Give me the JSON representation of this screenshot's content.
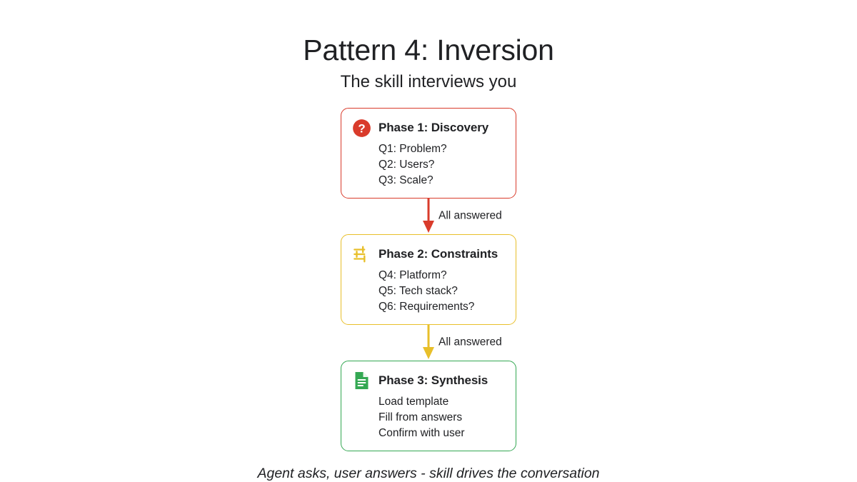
{
  "header": {
    "title": "Pattern 4: Inversion",
    "subtitle": "The skill interviews you"
  },
  "colors": {
    "red": "#d93b2b",
    "yellow": "#e8bf2a",
    "green": "#34a853",
    "text": "#202124",
    "background": "#ffffff"
  },
  "phases": [
    {
      "icon": "question-mark-circle-icon",
      "accent": "#d93b2b",
      "title": "Phase 1: Discovery",
      "lines": [
        "Q1: Problem?",
        "Q2: Users?",
        "Q3: Scale?"
      ]
    },
    {
      "icon": "tune-sliders-icon",
      "accent": "#e8bf2a",
      "title": "Phase 2: Constraints",
      "lines": [
        "Q4: Platform?",
        "Q5: Tech stack?",
        "Q6: Requirements?"
      ]
    },
    {
      "icon": "document-icon",
      "accent": "#34a853",
      "title": "Phase 3: Synthesis",
      "lines": [
        "Load template",
        "Fill from answers",
        "Confirm with user"
      ]
    }
  ],
  "connectors": [
    {
      "label": "All answered",
      "color": "#d93b2b"
    },
    {
      "label": "All answered",
      "color": "#e8bf2a"
    }
  ],
  "footer": {
    "caption": "Agent asks, user answers - skill drives the conversation"
  }
}
